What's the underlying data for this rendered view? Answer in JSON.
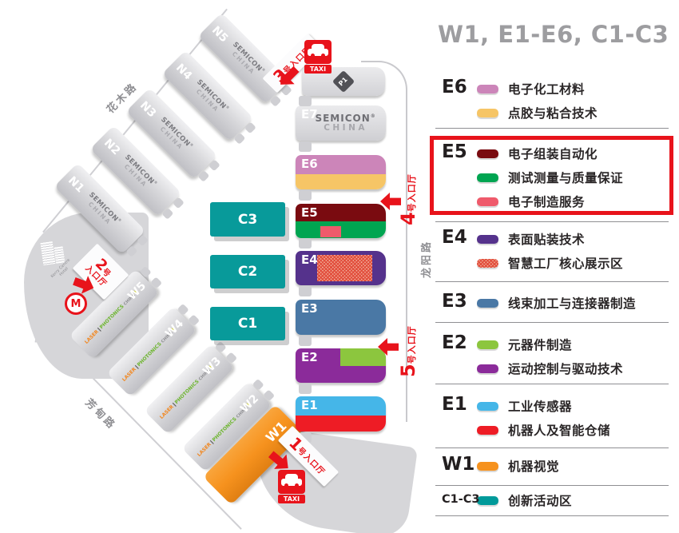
{
  "title": "W1, E1-E6, C1-C3",
  "legend": {
    "groups": [
      {
        "code": "E6",
        "items": [
          {
            "label": "电子化工材料",
            "color": "#cc85b9"
          },
          {
            "label": "点胶与粘合技术",
            "color": "#f6c566"
          }
        ]
      },
      {
        "code": "E5",
        "highlighted": true,
        "items": [
          {
            "label": "电子组装自动化",
            "color": "#7a0b10"
          },
          {
            "label": "测试测量与质量保证",
            "color": "#00a551"
          },
          {
            "label": "电子制造服务",
            "color": "#ef5a6b"
          }
        ]
      },
      {
        "code": "E4",
        "items": [
          {
            "label": "表面贴装技术",
            "color": "#55328c"
          },
          {
            "label": "智慧工厂核心展示区",
            "color": "hatch",
            "hatch": true
          }
        ]
      },
      {
        "code": "E3",
        "items": [
          {
            "label": "线束加工与连接器制造",
            "color": "#4a78a5"
          }
        ]
      },
      {
        "code": "E2",
        "items": [
          {
            "label": "元器件制造",
            "color": "#8cc63e"
          },
          {
            "label": "运动控制与驱动技术",
            "color": "#8b2b9a"
          }
        ]
      },
      {
        "code": "E1",
        "items": [
          {
            "label": "工业传感器",
            "color": "#45b6e8"
          },
          {
            "label": "机器人及智能仓储",
            "color": "#ee1c25"
          }
        ]
      },
      {
        "code": "W1",
        "items": [
          {
            "label": "机器视觉",
            "color": "#f6921e"
          }
        ]
      },
      {
        "code": "C1-C3",
        "items": [
          {
            "label": "创新活动区",
            "color": "#009a9a"
          }
        ]
      }
    ]
  },
  "map": {
    "roads": {
      "north": "花木路",
      "east": "龙阳路",
      "south": "芳甸路"
    },
    "halls": {
      "n1": "N1",
      "n2": "N2",
      "n3": "N3",
      "n4": "N4",
      "n5": "N5",
      "w1": "W1",
      "w2": "W2",
      "w3": "W3",
      "w4": "W4",
      "w5": "W5",
      "e1": "E1",
      "e2": "E2",
      "e3": "E3",
      "e4": "E4",
      "e5": "E5",
      "e6": "E6",
      "e7": "E7",
      "c1": "C1",
      "c2": "C2",
      "c3": "C3"
    },
    "entrances": {
      "e1": {
        "num": "1",
        "suffix": "号入口厅"
      },
      "e2": {
        "num": "2",
        "suffix": "号",
        "line2": "入口厅"
      },
      "e3": {
        "num": "3",
        "suffix": "号入口厅"
      },
      "e4": {
        "num": "4",
        "suffix": "号入口厅"
      },
      "e5": {
        "num": "5",
        "suffix": "号入口厅"
      }
    },
    "landmarks": {
      "hotel": "Kerry Centre Hotel",
      "taxi": "TAXI",
      "metro": "M",
      "parking": "P1"
    },
    "brand": {
      "semicon": "SEMICON",
      "reg": "®",
      "semicon_sub": "CHINA",
      "laser": "LASER",
      "photonics": "PHOTONICS",
      "laser_cn": "CHINA",
      "star": "✶"
    }
  },
  "colors": {
    "accent_red": "#e8131b",
    "gray_hall": "#d8d8db",
    "teal": "#009a9a",
    "orange": "#f6921e"
  }
}
